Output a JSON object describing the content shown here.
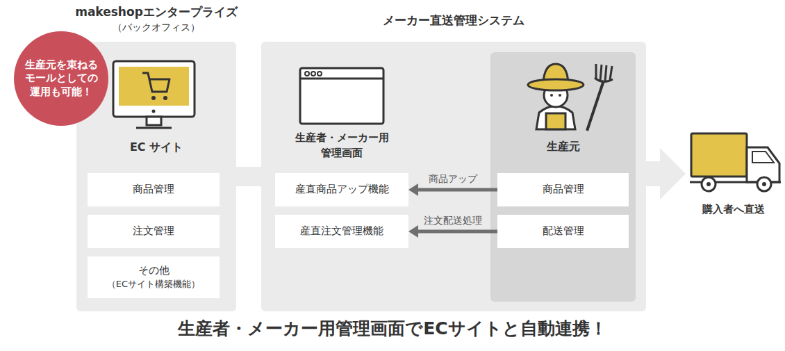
{
  "diagram": {
    "caption": "生産者・メーカー用管理画面でECサイトと自動連携！",
    "nodes": [
      {
        "text": [
          "makeshopエンタープライズ",
          "（バックオフィス）"
        ]
      },
      {
        "text": [
          "生産元を束ねる モールとしての 運用も可能！"
        ]
      },
      {
        "text": [
          "商品管理"
        ],
        "in": 0
      },
      {
        "text": [
          "注文管理"
        ],
        "in": 0
      },
      {
        "text": [
          "その他",
          "（ECサイト構築機能）"
        ],
        "in": 0
      },
      {
        "text": [
          "メーカー直送管理システム"
        ]
      },
      {
        "text": [
          "産直商品アップ機能"
        ],
        "in": 5
      },
      {
        "text": [
          "産直注文管理機能"
        ],
        "in": 5
      },
      {
        "text": [
          "生産元"
        ],
        "in": 5
      },
      {
        "text": [
          "商品管理"
        ],
        "in": 8
      },
      {
        "text": [
          "配送管理"
        ],
        "in": 8
      }
    ],
    "edges": [
      {
        "from": 9,
        "to": 6,
        "label": "商品アップ",
        "arrow": "to"
      },
      {
        "from": 10,
        "to": 7,
        "label": "注文配送処理",
        "arrow": "to"
      },
      {
        "from": 0,
        "to": 5,
        "arrow": "none"
      }
    ],
    "labels": [
      "EC サイト",
      "生産者・メーカー用 管理画面",
      "購入者へ直送"
    ]
  }
}
